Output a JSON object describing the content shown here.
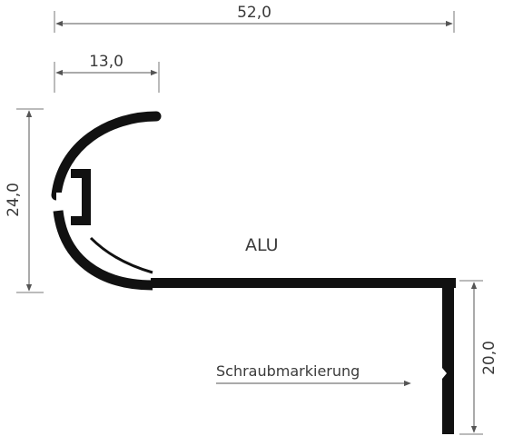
{
  "dimensions": {
    "overall_width": "52,0",
    "nose_width": "13,0",
    "height": "24,0",
    "leg_height": "20,0"
  },
  "material_label": "ALU",
  "screw_marking_label": "Schraubmarkierung",
  "colors": {
    "profile": "#111111",
    "dimension_lines": "#555555",
    "text": "#3a3a3a"
  }
}
